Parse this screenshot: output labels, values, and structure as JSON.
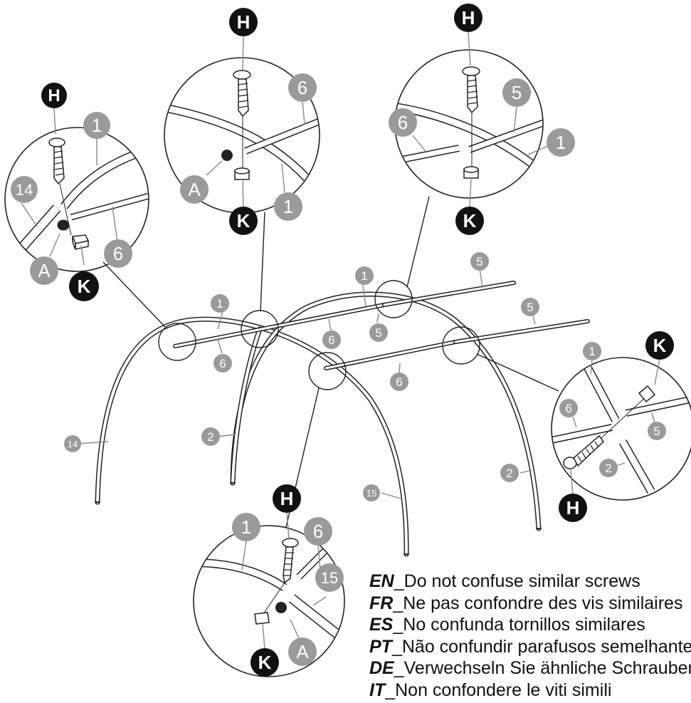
{
  "labels": {
    "H": "H",
    "K": "K",
    "A": "A",
    "p1": "1",
    "p2": "2",
    "p5": "5",
    "p6": "6",
    "p14": "14",
    "p15": "15"
  },
  "notes": [
    {
      "code": "EN",
      "sep": "_",
      "text": "Do not confuse similar screws"
    },
    {
      "code": "FR",
      "sep": "_",
      "text": "Ne pas confondre des vis similaires"
    },
    {
      "code": "ES",
      "sep": "_",
      "text": "No confunda tornillos similares"
    },
    {
      "code": "PT",
      "sep": "_",
      "text": "Não confundir parafusos semelhantes"
    },
    {
      "code": "DE",
      "sep": "_",
      "text": "Verwechseln Sie ähnliche Schrauben nicht"
    },
    {
      "code": "IT",
      "sep": "_",
      "text": "Non confondere le viti simili"
    }
  ]
}
